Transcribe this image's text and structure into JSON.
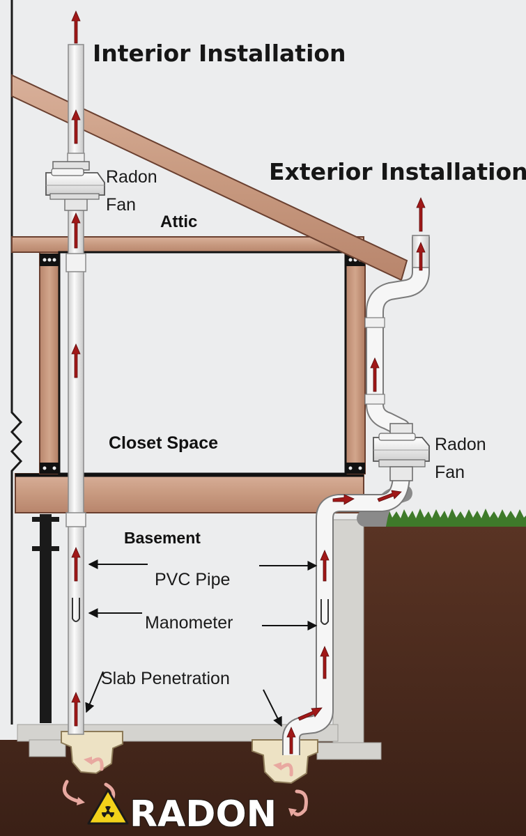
{
  "titles": {
    "interior": "Interior Installation",
    "exterior": "Exterior Installation"
  },
  "labels": {
    "fan_left_1": "Radon",
    "fan_left_2": "Fan",
    "fan_right_1": "Radon",
    "fan_right_2": "Fan",
    "attic": "Attic",
    "closet": "Closet Space",
    "basement": "Basement",
    "pvc": "PVC Pipe",
    "manometer": "Manometer",
    "slab": "Slab Penetration",
    "radon": "RADON"
  },
  "colors": {
    "background": "#ecedee",
    "wood": "#c89a80",
    "wood_dark": "#8a5a44",
    "soil": "#4a2a1c",
    "concrete": "#d4d3cf",
    "pipe": "#f4f4f4",
    "arrow": "#a01818",
    "grass": "#3e7a2a",
    "warning": "#f2d21a"
  },
  "icons": {
    "warning": "radiation-warning-icon"
  }
}
